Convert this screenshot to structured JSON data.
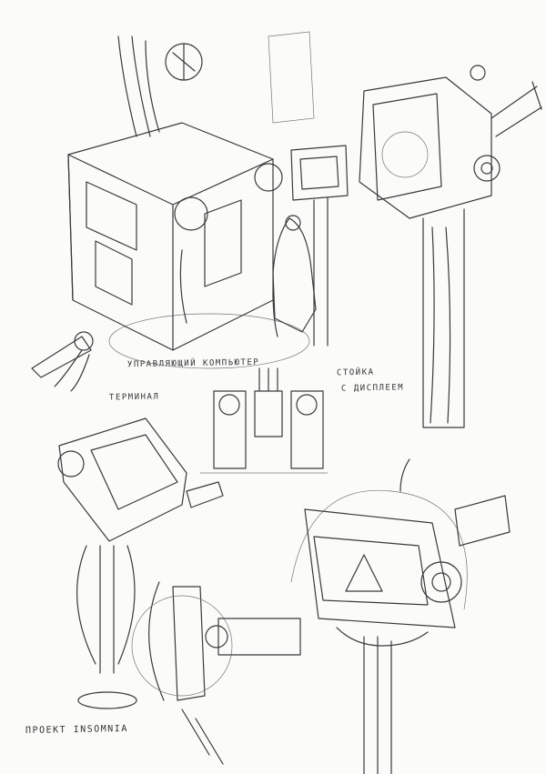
{
  "labels": {
    "control_computer": "УПРАВЛЯЮЩИЙ КОМПЬЮТЕР",
    "display_stand_line1": "СТОЙКА",
    "display_stand_line2": "С ДИСПЛЕЕМ",
    "terminal": "ТЕРМИНАЛ",
    "project": "ПРОЕКТ INSOMNIA"
  }
}
